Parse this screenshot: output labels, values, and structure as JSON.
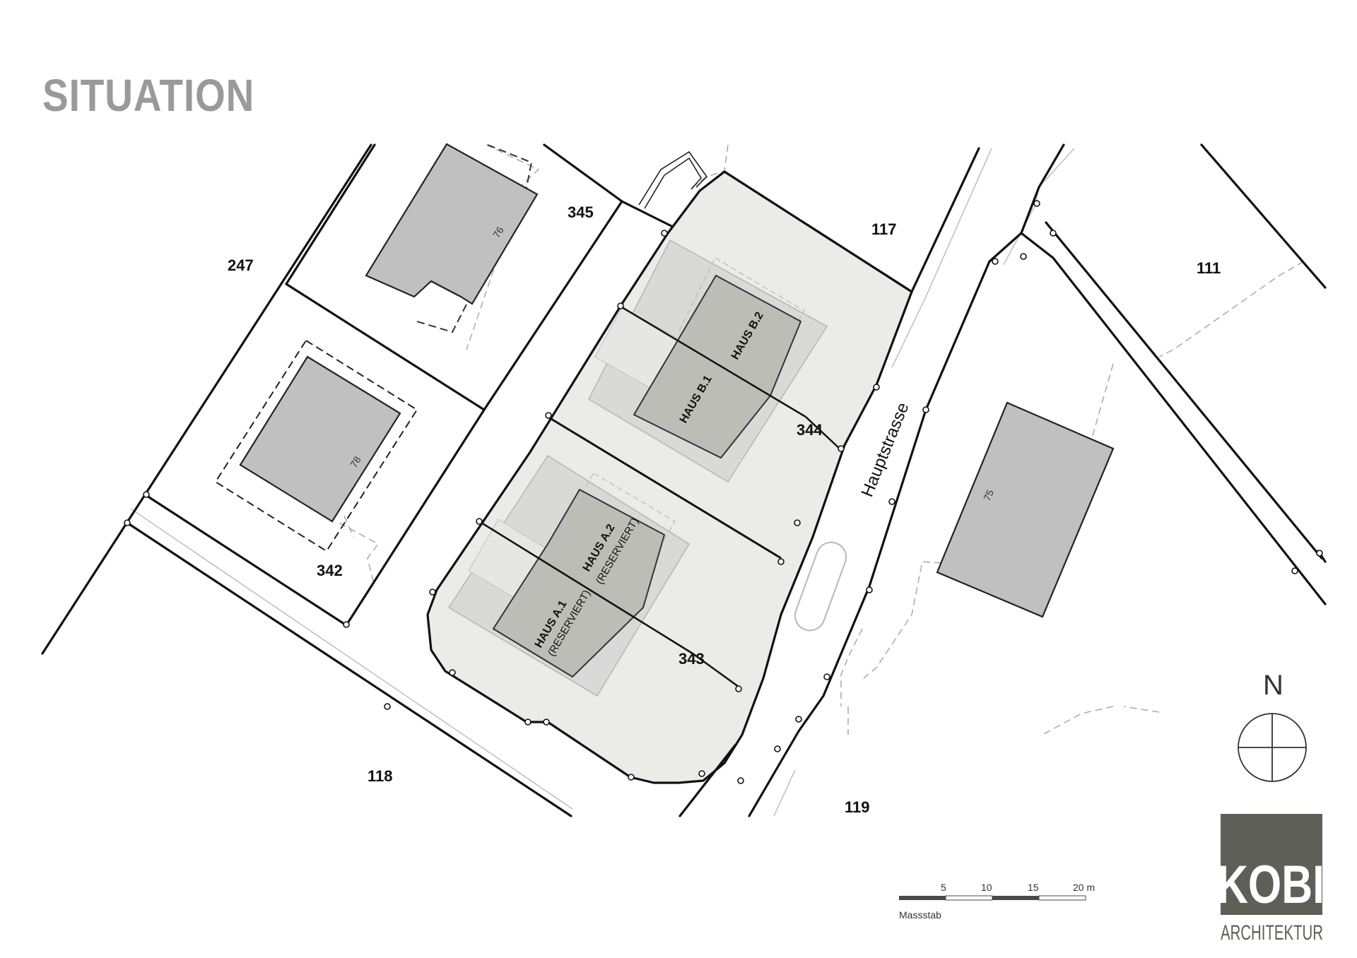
{
  "title": "SITUATION",
  "parcels": {
    "p247": "247",
    "p345": "345",
    "p117": "117",
    "p111": "111",
    "p342": "342",
    "p344": "344",
    "p343": "343",
    "p118": "118",
    "p119": "119"
  },
  "houses": {
    "b2": {
      "name": "HAUS B.2"
    },
    "b1": {
      "name": "HAUS B.1"
    },
    "a2": {
      "name": "HAUS A.2",
      "note": "(RESERVIERT)"
    },
    "a1": {
      "name": "HAUS A.1",
      "note": "(RESERVIERT)"
    }
  },
  "buildings": {
    "b76": "76",
    "b78": "78",
    "b75": "75"
  },
  "street": "Hauptstrasse",
  "scale": {
    "ticks": [
      "5",
      "10",
      "15",
      "20 m"
    ],
    "label": "Massstab"
  },
  "north": "N",
  "logo": {
    "name": "KOBI",
    "sub": "ARCHITEKTUR",
    "color": "#5e6058"
  },
  "colors": {
    "building": "#c0c0c0",
    "site": "#ebebe7",
    "house": "#bdbdb8",
    "terrace": "#d9d9d7",
    "title": "#9a9a9a"
  }
}
